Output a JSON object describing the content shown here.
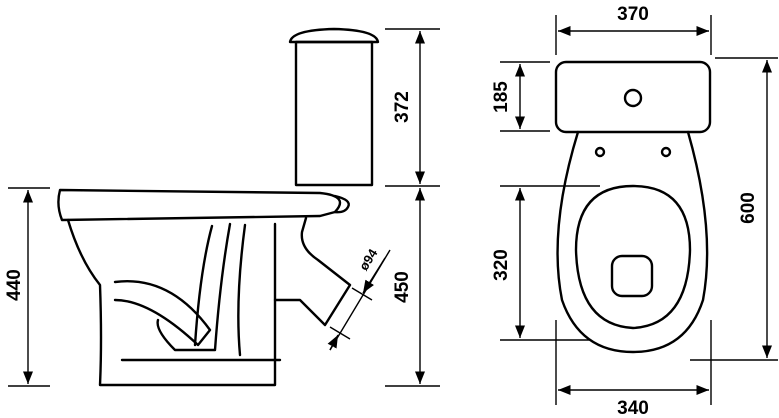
{
  "drawing": {
    "side_view": {
      "bowl_height": "440",
      "tank_height": "372",
      "tank_base_height": "450",
      "outlet_diameter": "ø94"
    },
    "top_view": {
      "tank_width": "370",
      "tank_depth": "185",
      "total_depth": "600",
      "seat_length": "320",
      "bowl_width": "340"
    },
    "line_color": "#000000",
    "background_color": "#ffffff"
  }
}
